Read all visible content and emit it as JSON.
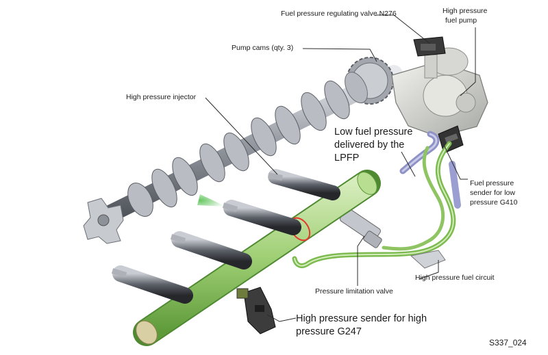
{
  "diagram": {
    "labels": {
      "regulating_valve": "Fuel pressure regulating valve N276",
      "hp_pump_line1": "High pressure",
      "hp_pump_line2": "fuel pump",
      "pump_cams": "Pump cams (qty. 3)",
      "injector": "High pressure injector",
      "low_pressure_line1": "Low fuel pressure",
      "low_pressure_line2": "delivered by the",
      "low_pressure_line3": "LPFP",
      "sender_low_line1": "Fuel pressure",
      "sender_low_line2": "sender for low",
      "sender_low_line3": "pressure G410",
      "hp_circuit": "High pressure fuel circuit",
      "limitation_valve": "Pressure limitation valve",
      "sender_high_line1": "High pressure sender for high",
      "sender_high_line2": "pressure G247"
    },
    "figure_id": "S337_024"
  },
  "colors": {
    "rail_green": "#a8cf7c",
    "line_green": "#7dbb50",
    "low_pressure_blue": "#8e92c6",
    "metal": "#b8bcc2",
    "sensor_dark": "#3c3c3c",
    "highlight_red": "#e8362c"
  }
}
